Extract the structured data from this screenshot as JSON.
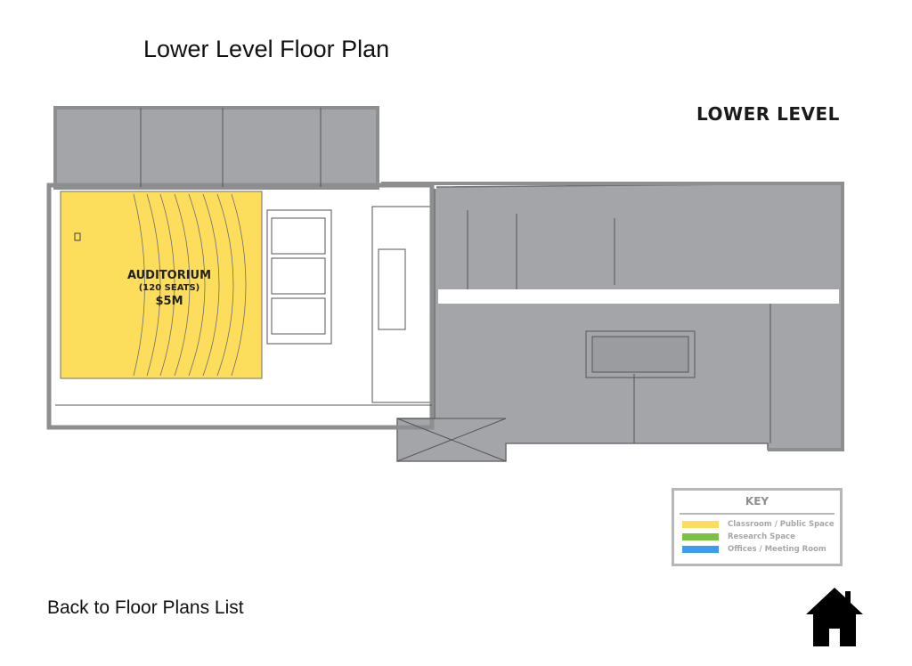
{
  "title": "Lower Level Floor Plan",
  "plan_heading": "LOWER LEVEL",
  "auditorium": {
    "name": "AUDITORIUM",
    "seats": "(120 SEATS)",
    "cost": "$5M"
  },
  "key": {
    "title": "KEY",
    "items": [
      {
        "label": "Classroom / Public Space",
        "color": "#fcdd5c"
      },
      {
        "label": "Research Space",
        "color": "#7cc142"
      },
      {
        "label": "Offices / Meeting Room",
        "color": "#3d9cf0"
      }
    ]
  },
  "back_link": "Back to Floor Plans List",
  "home_icon": "home-icon",
  "colors": {
    "room_gray": "#a3a5a8",
    "auditorium_yellow": "#fcdd5c"
  }
}
